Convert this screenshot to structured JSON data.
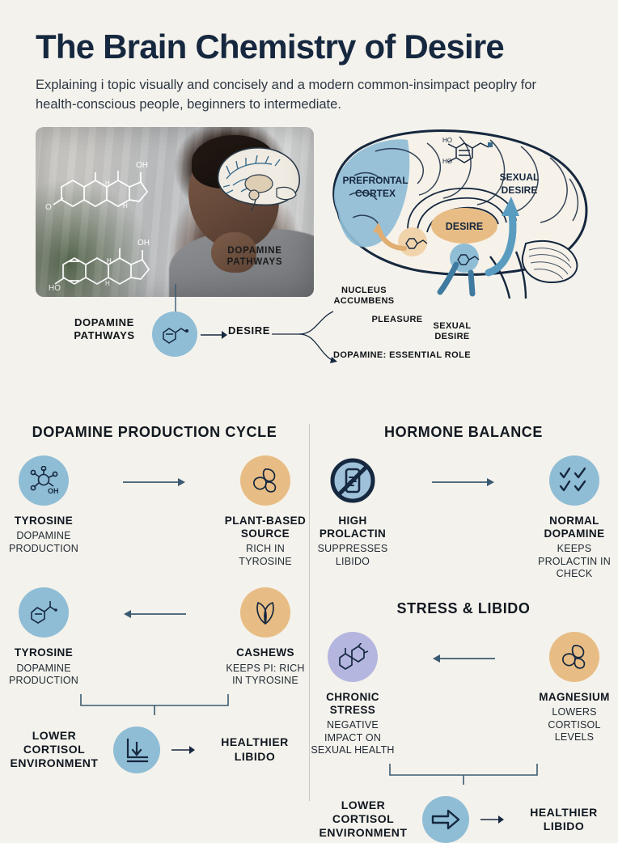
{
  "header": {
    "title": "The Brain Chemistry of Desire",
    "subtitle": "Explaining i topic visually and concisely and a modern common-insimpact peoplry for health-conscious people, beginners to intermediate."
  },
  "hero": {
    "photo_caption": "DOPAMINE PATHWAYS",
    "photo_alt": "man looking thoughtfully to the side with steroid hormone molecule overlays",
    "brain_labels": {
      "prefrontal_cortex": "PREFRONTAL CORTEX",
      "desire": "DESIRE",
      "sexual_desire": "SEXUAL DESIRE"
    }
  },
  "flow": {
    "dopamine_pathways": "DOPAMINE PATHWAYS",
    "desire": "DESIRE",
    "nucleus_accumbens": "NUCLEUS ACCUMBENS",
    "pleasure": "PLEASURE",
    "sexual_desire": "SEXUAL DESIRE",
    "dopamine_role": "DOPAMINE: ESSENTIAL ROLE"
  },
  "left_column": {
    "section_title": "DOPAMINE PRODUCTION CYCLE",
    "row1": [
      {
        "title": "TYROSINE",
        "sub": "DOPAMINE PRODUCTION",
        "icon": "molecule-oh-icon",
        "color": "#8fbdd6"
      },
      {
        "title": "PLANT-BASED SOURCE",
        "sub": "RICH IN TYROSINE",
        "icon": "cashew-icon",
        "color": "#e8bd85"
      }
    ],
    "row2": [
      {
        "title": "TYROSINE",
        "sub": "DOPAMINE PRODUCTION",
        "icon": "molecule-ring-icon",
        "color": "#8fbdd6"
      },
      {
        "title": "CASHEWS",
        "sub": "KEEPS PI: RICH IN TYROSINE",
        "icon": "leaf-icon",
        "color": "#e8bd85"
      }
    ],
    "summary": {
      "left": "LOWER CORTISOL ENVIRONMENT",
      "icon": "download-arrow-icon",
      "right": "HEALTHIER LIBIDO"
    }
  },
  "right_column": {
    "section_title_1": "HORMONE BALANCE",
    "row1": [
      {
        "title": "HIGH PROLACTIN",
        "sub": "SUPPRESSES LIBIDO",
        "icon": "no-phone-icon",
        "color": "#16283f"
      },
      {
        "title": "NORMAL DOPAMINE",
        "sub": "KEEPS PROLACTIN IN CHECK",
        "icon": "checkmarks-icon",
        "color": "#8fbdd6"
      }
    ],
    "section_title_2": "STRESS & LIBIDO",
    "row2": [
      {
        "title": "CHRONIC STRESS",
        "sub": "NEGATIVE IMPACT ON SEXUAL HEALTH",
        "icon": "cortisol-molecule-icon",
        "color": "#b4b6e0"
      },
      {
        "title": "MAGNESIUM",
        "sub": "LOWERS CORTISOL LEVELS",
        "icon": "cashew-icon",
        "color": "#e8bd85"
      }
    ],
    "summary": {
      "left": "LOWER CORTISOL ENVIRONMENT",
      "icon": "block-arrow-icon",
      "right": "HEALTHIER LIBIDO"
    }
  },
  "colors": {
    "background": "#f4f2ec",
    "ink": "#16283f",
    "blue": "#8fbdd6",
    "tan": "#e8bd85",
    "purple": "#b4b6e0",
    "line": "#3c6280"
  }
}
